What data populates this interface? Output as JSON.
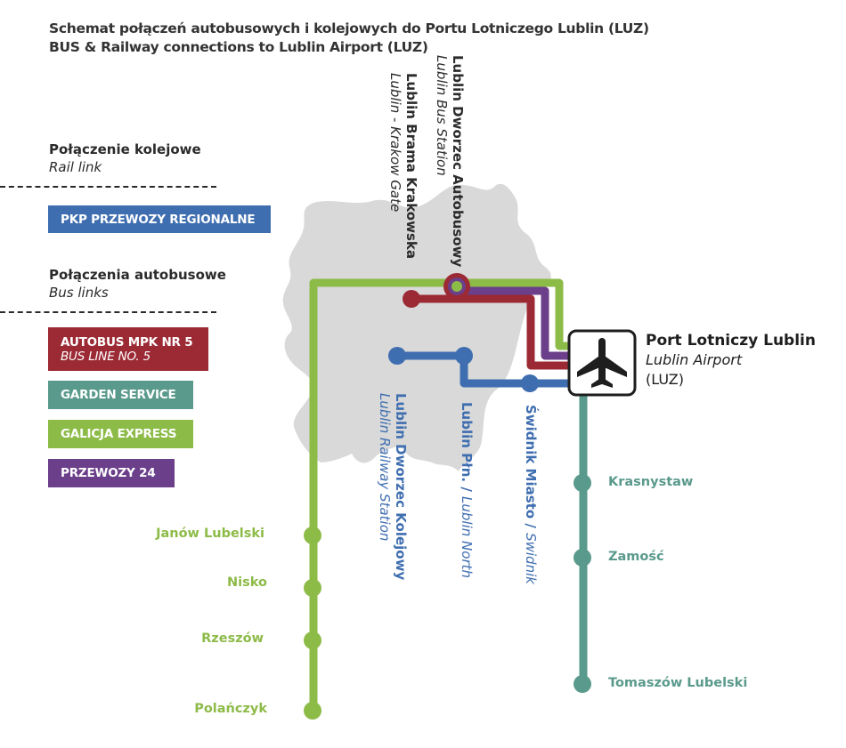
{
  "header": {
    "title_pl": "Schemat połączeń autobusowych i kolejowych do Portu Lotniczego Lublin (LUZ)",
    "title_en": "BUS & Railway connections to Lublin Airport (LUZ)"
  },
  "legend": {
    "rail": {
      "heading_pl": "Połączenie kolejowe",
      "heading_en": "Rail link",
      "items": [
        {
          "label": "PKP  PRZEWOZY REGIONALNE",
          "color": "#3f6eb0"
        }
      ]
    },
    "bus": {
      "heading_pl": "Połączenia autobusowe",
      "heading_en": "Bus links",
      "items": [
        {
          "label": "AUTOBUS MPK NR  5",
          "sublabel": "BUS LINE NO. 5",
          "color": "#9b2a35"
        },
        {
          "label": "GARDEN SERVICE",
          "color": "#5a9a8c"
        },
        {
          "label": "GALICJA EXPRESS",
          "color": "#8dbb48"
        },
        {
          "label": "PRZEWOZY 24",
          "color": "#6b3f8a"
        }
      ]
    }
  },
  "colors": {
    "rail": "#3f6eb0",
    "mpk5": "#9b2a35",
    "garden": "#5a9a8c",
    "galicja": "#8dbb48",
    "przewozy24": "#6b3f8a",
    "city_area": "#d9d9d9"
  },
  "stations": {
    "bus_station": {
      "name_pl": "Lublin Dworzec Autobusowy",
      "name_en": "Lublin Bus Station"
    },
    "krakow_gate": {
      "name_pl": "Lublin Brama Krakowska",
      "name_en": "Lublin - Krakow Gate"
    },
    "railway_station": {
      "name_pl": "Lublin Dworzec Kolejowy",
      "name_en": "Lublin Railway Station"
    },
    "lublin_north": {
      "name_pl": "Lublin Płn.",
      "sep": " / ",
      "name_en": "Lublin North"
    },
    "swidnik": {
      "name_pl": "Świdnik Miasto",
      "sep": " / ",
      "name_en": "Swidnik"
    }
  },
  "airport": {
    "name_pl": "Port Lotniczy Lublin",
    "name_en": "Lublin Airport",
    "code": "(LUZ)",
    "icon": "airplane-icon"
  },
  "galicja_stops": [
    "Janów Lubelski",
    "Nisko",
    "Rzeszów",
    "Polańczyk"
  ],
  "garden_stops": [
    "Krasnystaw",
    "Zamość",
    "Tomaszów Lubelski"
  ]
}
